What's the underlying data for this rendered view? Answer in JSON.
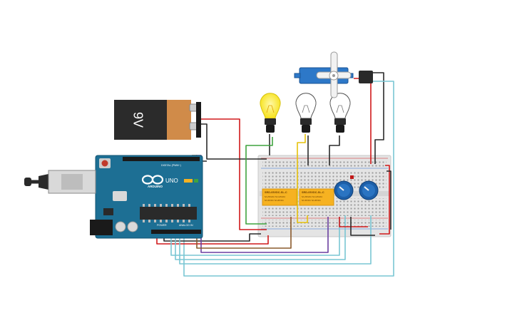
{
  "battery": {
    "label": "9V"
  },
  "arduino": {
    "brand": "ARDUINO",
    "model": "UNO",
    "digital_header": "DIGITAL (PWM~)",
    "power_header": "POWER",
    "analog_header": "ANALOG IN"
  },
  "relays": [
    {
      "part": "SRD-05VDC-SL-C",
      "line1": "5A 250VAC 5A 125VAC",
      "line2": "5A 30VDC 5A 28VDC"
    },
    {
      "part": "SRD-05VDC-SL-C",
      "line1": "5A 250VAC 5A 125VAC",
      "line2": "5A 30VDC 5A 28VDC"
    }
  ],
  "bulbs": [
    {
      "state": "on"
    },
    {
      "state": "off"
    },
    {
      "state": "off"
    }
  ],
  "colors": {
    "wire_red": "#d0191b",
    "wire_black": "#2a2a2a",
    "wire_green": "#3fa33f",
    "wire_yellow": "#e6c20a",
    "wire_purple": "#6b3fa0",
    "wire_brown": "#8a5a2b",
    "wire_cyan": "#79c6d4",
    "arduino_blue": "#1d6f94",
    "relay_orange": "#f6b221",
    "servo_blue": "#2d78c8"
  }
}
